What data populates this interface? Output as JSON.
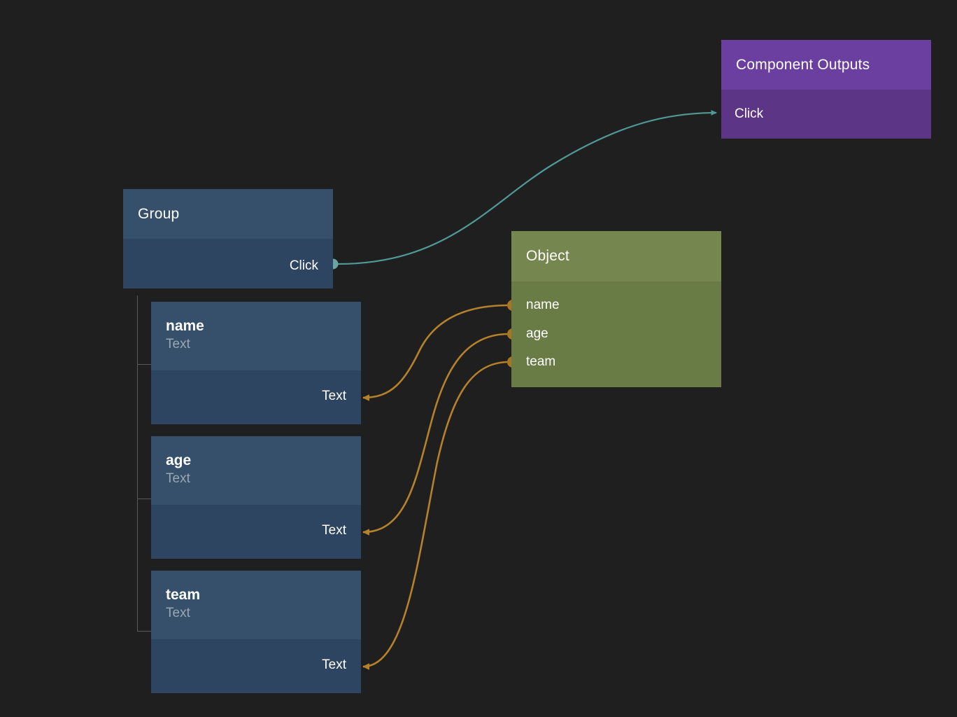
{
  "canvas": {
    "background": "#1f1f1f",
    "edge_colors": {
      "event": "#4f9a96",
      "data": "#b5812b"
    },
    "tree_line_color": "#5a5a5a"
  },
  "nodes": {
    "group": {
      "title": "Group",
      "header_color": "#36506c",
      "body_color": "#2d4560",
      "outputs": [
        {
          "label": "Click",
          "port_color": "#6aa5a1"
        }
      ]
    },
    "component_outputs": {
      "title": "Component Outputs",
      "header_color": "#6b3fa0",
      "body_color": "#5c3586",
      "inputs": [
        {
          "label": "Click"
        }
      ]
    },
    "object": {
      "title": "Object",
      "header_color": "#75874e",
      "body_color": "#6a7c46",
      "outputs": [
        {
          "label": "name",
          "port_color": "#b5812b"
        },
        {
          "label": "age",
          "port_color": "#b5812b"
        },
        {
          "label": "team",
          "port_color": "#b5812b"
        }
      ]
    },
    "fields": [
      {
        "name": "name",
        "type": "Text",
        "input_label": "Text"
      },
      {
        "name": "age",
        "type": "Text",
        "input_label": "Text"
      },
      {
        "name": "team",
        "type": "Text",
        "input_label": "Text"
      }
    ]
  },
  "edges": [
    {
      "from": "group.Click",
      "to": "component_outputs.Click",
      "color": "#4f9a96"
    },
    {
      "from": "object.name",
      "to": "name.Text",
      "color": "#b5812b"
    },
    {
      "from": "object.age",
      "to": "age.Text",
      "color": "#b5812b"
    },
    {
      "from": "object.team",
      "to": "team.Text",
      "color": "#b5812b"
    }
  ]
}
